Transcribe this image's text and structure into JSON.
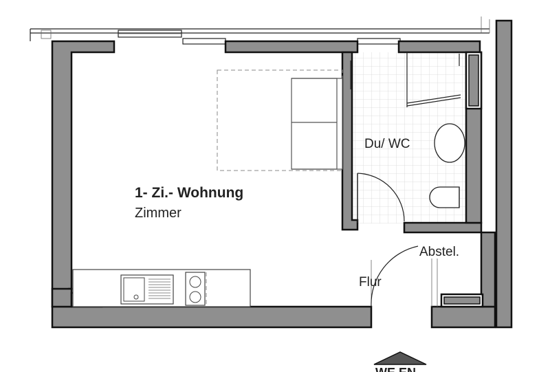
{
  "floorplan": {
    "apartment_title": "1- Zi.- Wohnung",
    "rooms": {
      "main": "Zimmer",
      "bathroom": "Du/ WC",
      "storage": "Abstel.",
      "hallway": "Flur"
    },
    "entrance_label": "WE EN"
  }
}
